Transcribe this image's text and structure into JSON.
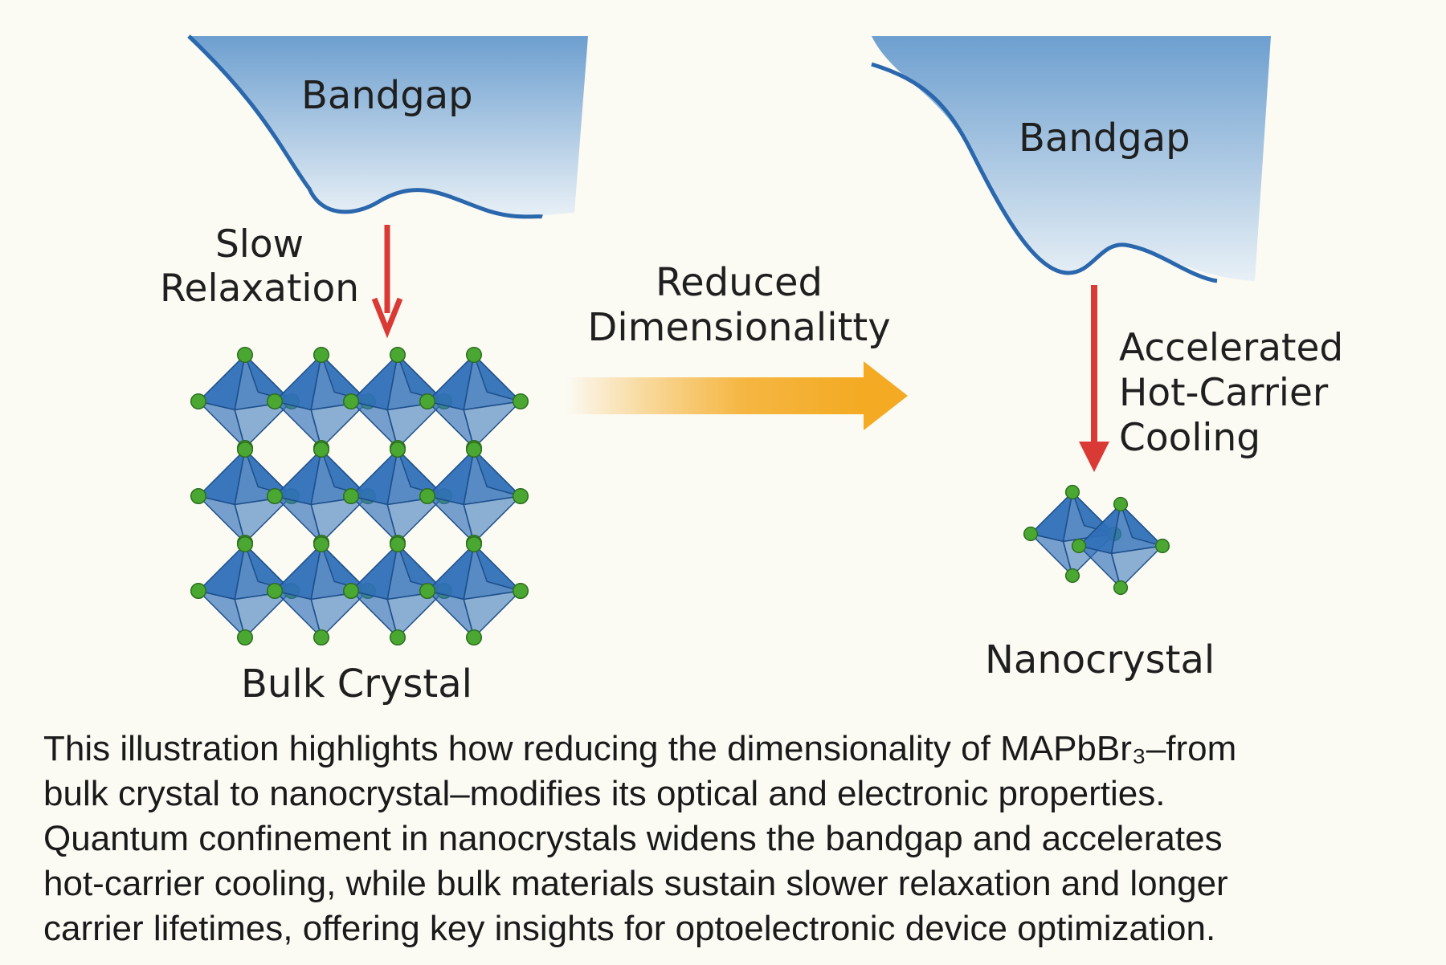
{
  "colors": {
    "background": "#fbfaf3",
    "well_fill_top": "#6d9fcf",
    "well_fill_bottom": "#e8f0f6",
    "well_outline": "#2a67ad",
    "relaxation_arrow": "#d93a35",
    "transition_arrow": "#f4aa22",
    "octahedron": "#2f6fb8",
    "halide_atom": "#4aa832"
  },
  "left_panel": {
    "bandgap_label": "Bandgap",
    "arrow_label_lines": [
      "Slow",
      "Relaxation"
    ],
    "structure_label": "Bulk Crystal"
  },
  "center": {
    "arrow_label_lines": [
      "Reduced",
      "Dimensionalitty"
    ]
  },
  "right_panel": {
    "bandgap_label": "Bandgap",
    "arrow_label_lines": [
      "Accelerated",
      "Hot-Carrier",
      "Cooling"
    ],
    "structure_label": "Nanocrystal"
  },
  "caption_lines": [
    "This illustration highlights how reducing the dimensionality of MAPbBr₃–from",
    "bulk crystal to nanocrystal–modifies its optical and electronic properties.",
    "Quantum confinement in nanocrystals widens the bandgap and accelerates",
    "hot-carrier cooling, while bulk materials sustain slower relaxation and longer",
    "carrier lifetimes, offering key insights for optoelectronic device optimization."
  ]
}
